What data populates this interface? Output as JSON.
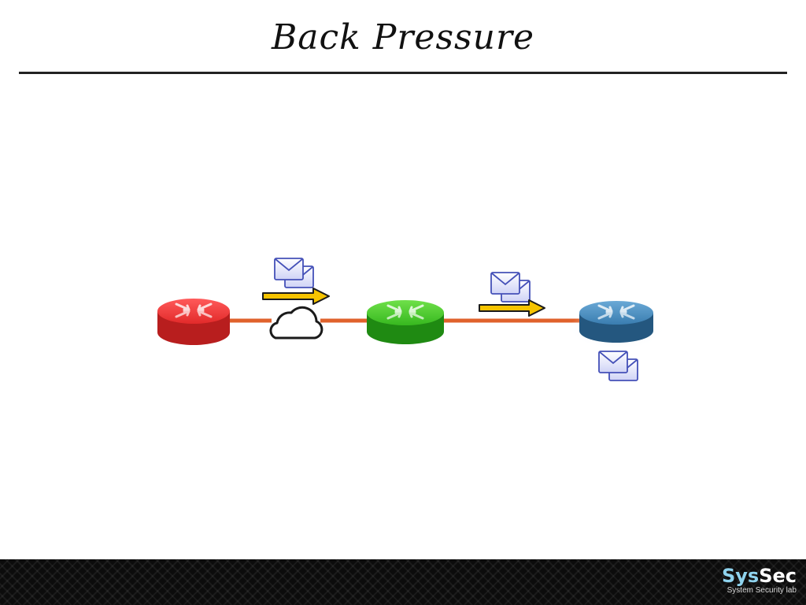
{
  "slide": {
    "title": "Back Pressure"
  },
  "logo": {
    "brand_part1": "Sys",
    "brand_part2": "Sec",
    "tagline": "System Security lab"
  },
  "colors": {
    "link": "#e0622c",
    "arrow": "#f6c400",
    "router_red": "#e53935",
    "router_green": "#3cb521",
    "router_blue": "#3b7fae",
    "background": "#ffffff"
  },
  "icons": [
    "router-icon",
    "message-icon",
    "cloud-icon",
    "arrow-right-icon"
  ]
}
